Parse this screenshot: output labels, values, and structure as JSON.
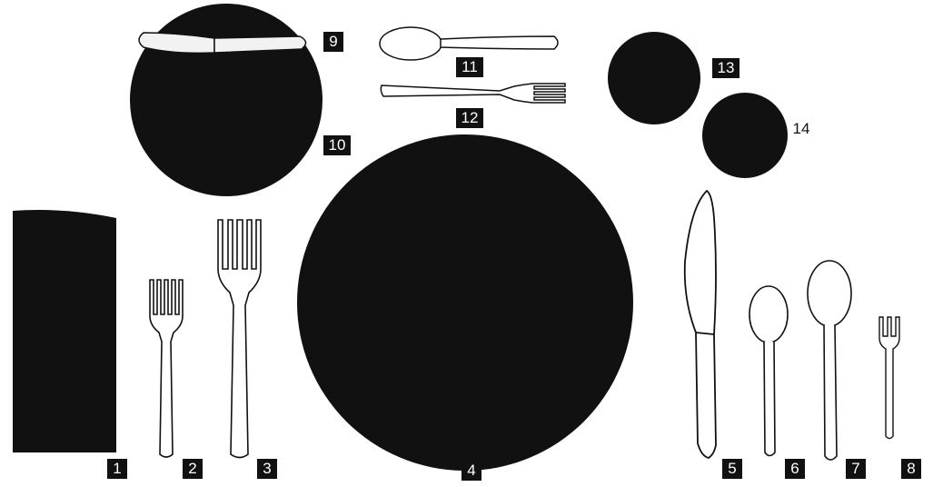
{
  "labels": {
    "n1": "1",
    "n2": "2",
    "n3": "3",
    "n4": "4",
    "n5": "5",
    "n6": "6",
    "n7": "7",
    "n8": "8",
    "n9": "9",
    "n10": "10",
    "n11": "11",
    "n12": "12",
    "n13": "13",
    "n14": "14"
  },
  "colors": {
    "ink": "#111111",
    "paper": "#ffffff",
    "butter_knife": "#f2f2f2"
  }
}
